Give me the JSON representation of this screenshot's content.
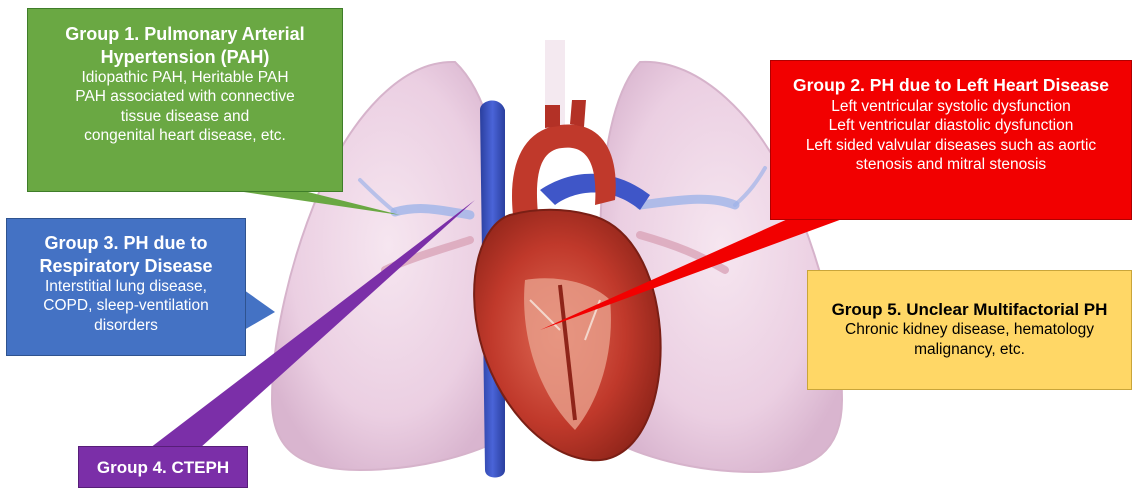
{
  "groups": {
    "g1": {
      "title": [
        "Group 1. Pulmonary Arterial",
        "Hypertension (PAH)"
      ],
      "lines": [
        "Idiopathic PAH, Heritable PAH",
        "PAH associated with connective",
        "tissue disease and",
        "congenital heart disease, etc."
      ],
      "color": "#6aa843"
    },
    "g2": {
      "title": [
        "Group 2. PH due to Left Heart Disease"
      ],
      "lines": [
        "Left ventricular systolic dysfunction",
        "Left ventricular diastolic dysfunction",
        "Left sided valvular diseases such as aortic",
        "stenosis and mitral stenosis"
      ],
      "color": "#f20000"
    },
    "g3": {
      "title": [
        "Group 3. PH due to",
        "Respiratory Disease"
      ],
      "lines": [
        "Interstitial lung disease,",
        "COPD, sleep-ventilation",
        "disorders"
      ],
      "color": "#4472c4"
    },
    "g4": {
      "title": [
        "Group 4. CTEPH"
      ],
      "lines": [],
      "color": "#7b2fa8"
    },
    "g5": {
      "title": [
        "Group 5. Unclear Multifactorial PH"
      ],
      "lines": [
        "Chronic kidney disease, hematology",
        "malignancy, etc."
      ],
      "color": "#ffd766"
    }
  },
  "illustration": {
    "lung_color": "#eed6e6",
    "heart_color": "#c0392b",
    "vessel_color": "#3f56c8"
  }
}
